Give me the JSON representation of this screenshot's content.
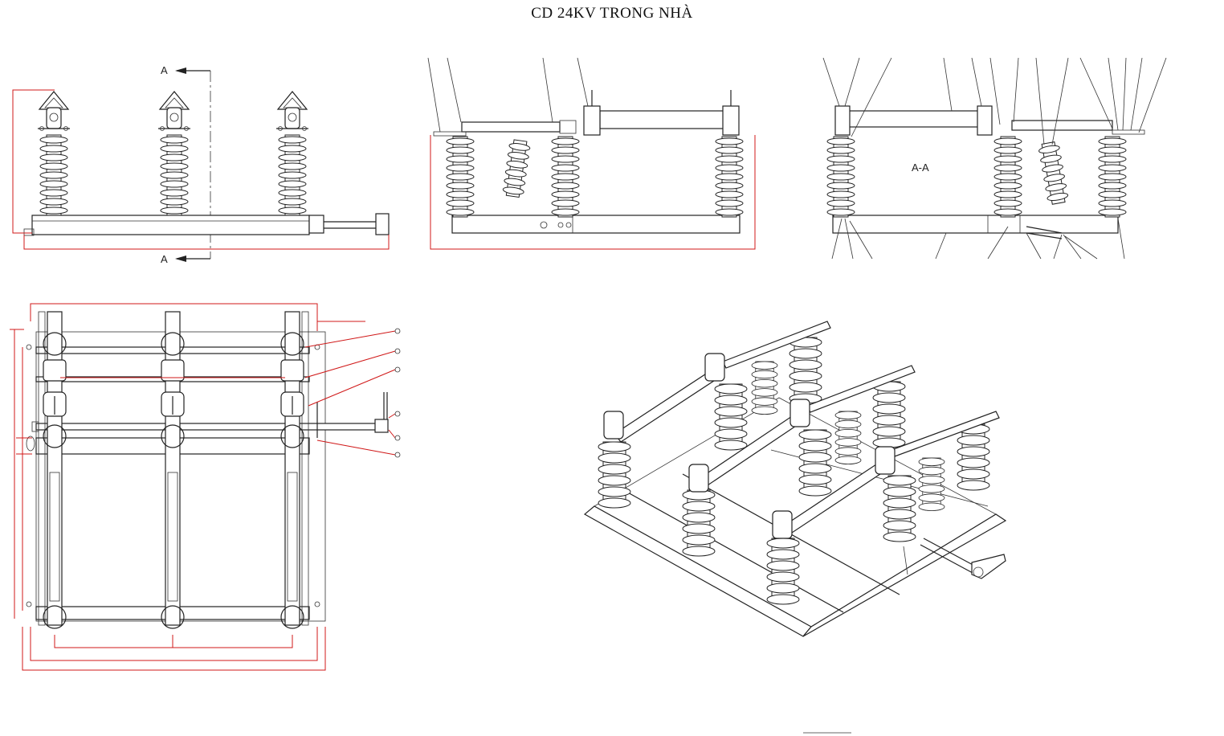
{
  "title": "CD 24KV TRONG NHÀ",
  "section": {
    "marker": "A",
    "view_label": "A-A"
  }
}
